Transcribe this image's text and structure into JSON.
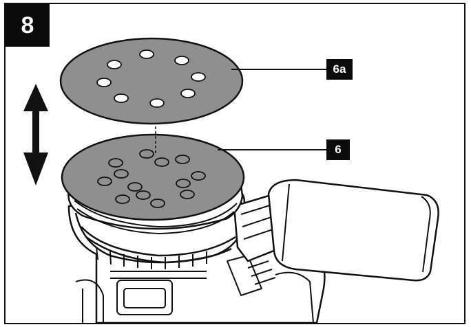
{
  "figure": {
    "number": "8",
    "callouts": [
      {
        "id": "6a",
        "label": "6a"
      },
      {
        "id": "6",
        "label": "6"
      }
    ]
  },
  "colors": {
    "pad_fill": "#8f8f8f",
    "line": "#111111",
    "tool_body": "#ffffff",
    "label_bg": "#0b0b0b"
  },
  "icons": [
    "up-down-arrow-icon"
  ]
}
